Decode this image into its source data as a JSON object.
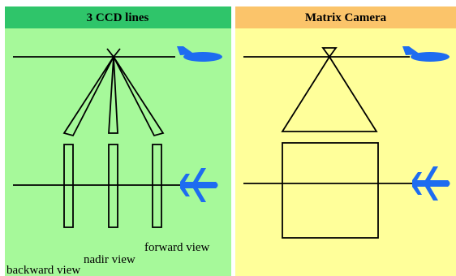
{
  "panels": {
    "left": {
      "title": "3 CCD lines",
      "header_color": "#2fc56a",
      "body_color": "#a6f99a"
    },
    "right": {
      "title": "Matrix Camera",
      "header_color": "#fbc46a",
      "body_color": "#ffff9a"
    }
  },
  "labels": {
    "forward": "forward view",
    "nadir": "nadir view",
    "backward": "backward view"
  },
  "airplane_color": "#1e6cf0",
  "icons": [
    "airplane-side-icon",
    "airplane-top-icon"
  ]
}
